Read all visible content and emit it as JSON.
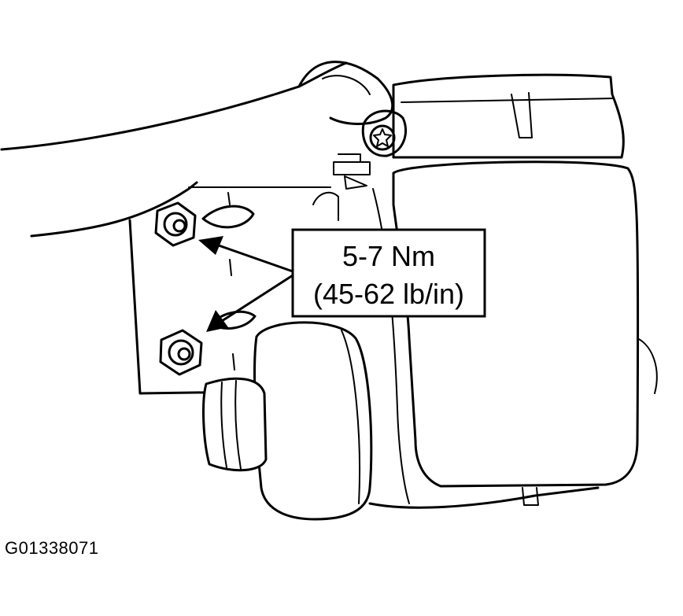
{
  "callout": {
    "torque_metric": "5-7 Nm",
    "torque_imperial": "(45-62 lb/in)"
  },
  "figure_code": "G01338071",
  "colors": {
    "line": "#000000",
    "background": "#ffffff"
  }
}
